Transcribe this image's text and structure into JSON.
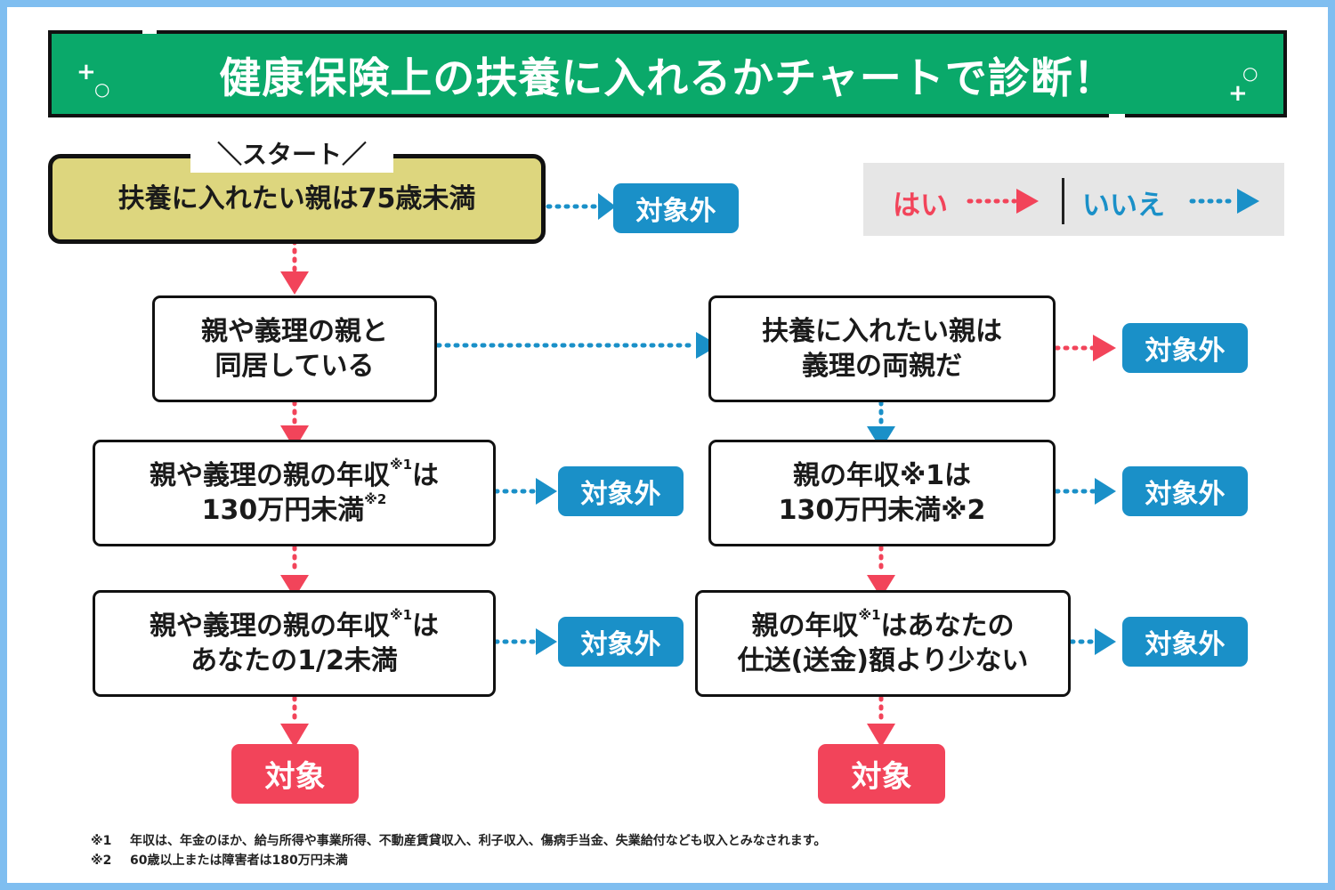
{
  "title": "健康保険上の扶養に入れるかチャートで診断！",
  "start_label": "＼スタート／",
  "legend": {
    "yes": "はい",
    "no": "いいえ",
    "yes_color": "#f2445a",
    "no_color": "#1a90c8"
  },
  "nodes": {
    "start": {
      "text": "扶養に入れたい親は75歳未満"
    },
    "q_cohabit": {
      "line1": "親や義理の親と",
      "line2": "同居している"
    },
    "q_inlaw": {
      "line1": "扶養に入れたい親は",
      "line2": "義理の両親だ"
    },
    "q_income_left": {
      "line1a": "親や義理の親の年収",
      "line1_sup": "※1",
      "line1b": "は",
      "line2a": "130万円未満",
      "line2_sup": "※2"
    },
    "q_income_right": {
      "line1": "親の年収※1は",
      "line2": "130万円未満※2"
    },
    "q_half": {
      "line1a": "親や義理の親の年収",
      "line1_sup": "※1",
      "line1b": "は",
      "line2": "あなたの1/2未満"
    },
    "q_support": {
      "line1a": "親の年収",
      "line1_sup": "※1",
      "line1b": "はあなたの",
      "line2": "仕送(送金)額より少ない"
    }
  },
  "results": {
    "excluded": "対象外",
    "eligible": "対象"
  },
  "footnotes": [
    {
      "mark": "※1",
      "text": "年収は、年金のほか、給与所得や事業所得、不動産賃貸収入、利子収入、傷病手当金、失業給付なども収入とみなされます。"
    },
    {
      "mark": "※2",
      "text": "60歳以上または障害者は180万円未満"
    }
  ]
}
